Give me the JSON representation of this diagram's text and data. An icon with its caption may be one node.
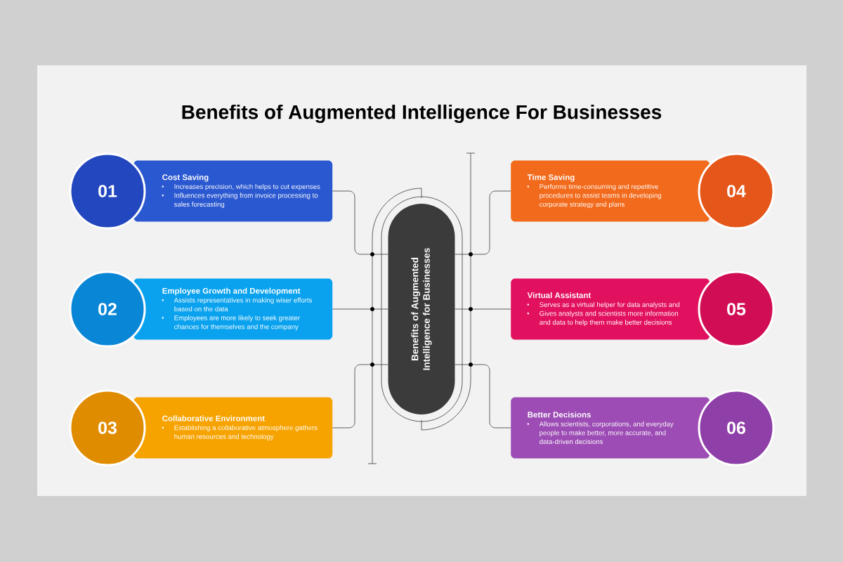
{
  "diagram": {
    "title": "Benefits of Augmented Intelligence For Businesses",
    "nodes": [
      {
        "text": [
          "Benefits of Augmented Intelligence for Businesses"
        ]
      },
      {
        "text": [
          "01"
        ]
      },
      {
        "text": [
          "Cost Saving",
          "Increases precision, which helps to cut expenses",
          "Influences everything from invoice processing to sales forecasting"
        ]
      },
      {
        "text": [
          "02"
        ]
      },
      {
        "text": [
          "Employee Growth and Development",
          "Assists representatives in making wiser efforts based on the data",
          "Employees are more likely to seek greater chances for themselves and the company"
        ]
      },
      {
        "text": [
          "03"
        ]
      },
      {
        "text": [
          "Collaborative Environment",
          "Establishing a collaborative atmosphere gathers human resources and technology"
        ]
      },
      {
        "text": [
          "Time Saving",
          "Performs time-consuming and repetitive procedures to assist teams in developing corporate strategy and plans"
        ]
      },
      {
        "text": [
          "04"
        ]
      },
      {
        "text": [
          "Virtual Assistant",
          "Serves as a virtual helper for data analysts and",
          "Gives analysts and scientists more information and data to help them make better decisions"
        ]
      },
      {
        "text": [
          "05"
        ]
      },
      {
        "text": [
          "Better Decisions",
          "Allows scientists, corporations, and everyday people to make better, more accurate, and data-driven decisions"
        ]
      },
      {
        "text": [
          "06"
        ]
      }
    ],
    "edges": [
      {
        "from": 2,
        "to": 0,
        "arrow": "none"
      },
      {
        "from": 4,
        "to": 0,
        "arrow": "none"
      },
      {
        "from": 6,
        "to": 0,
        "arrow": "none"
      },
      {
        "from": 7,
        "to": 0,
        "arrow": "none"
      },
      {
        "from": 9,
        "to": 0,
        "arrow": "none"
      },
      {
        "from": 11,
        "to": 0,
        "arrow": "none"
      }
    ]
  }
}
